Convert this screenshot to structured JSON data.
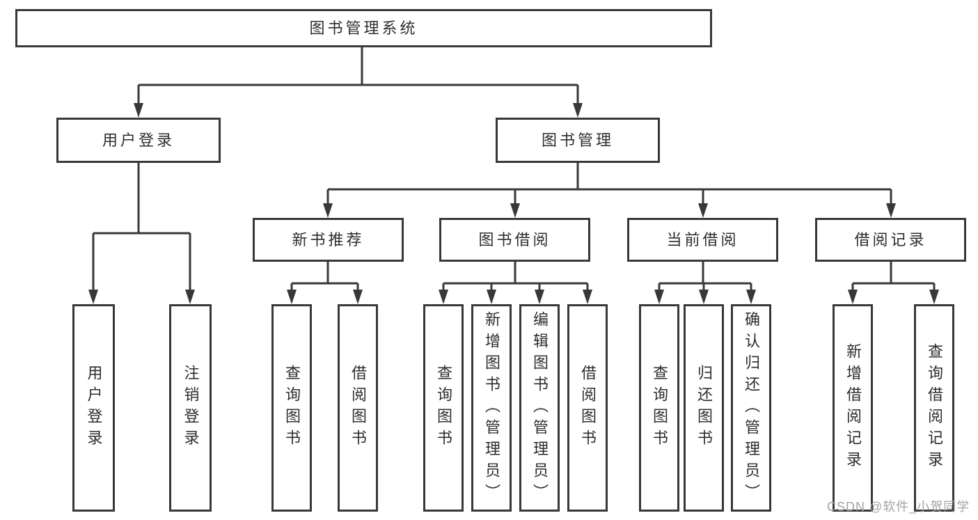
{
  "tree": {
    "root": {
      "label": "图书管理系统"
    },
    "branches": [
      {
        "label": "用户登录",
        "children": [
          {
            "label": "用户登录"
          },
          {
            "label": "注销登录"
          }
        ]
      },
      {
        "label": "图书管理",
        "children": [
          {
            "label": "新书推荐",
            "children": [
              {
                "label": "查询图书"
              },
              {
                "label": "借阅图书"
              }
            ]
          },
          {
            "label": "图书借阅",
            "children": [
              {
                "label": "查询图书"
              },
              {
                "label": "新增图书（管理员）"
              },
              {
                "label": "编辑图书（管理员）"
              },
              {
                "label": "借阅图书"
              }
            ]
          },
          {
            "label": "当前借阅",
            "children": [
              {
                "label": "查询图书"
              },
              {
                "label": "归还图书"
              },
              {
                "label": "确认归还（管理员）"
              }
            ]
          },
          {
            "label": "借阅记录",
            "children": [
              {
                "label": "新增借阅记录"
              },
              {
                "label": "查询借阅记录"
              }
            ]
          }
        ]
      }
    ]
  },
  "watermark": "CSDN @软件_小贺同学",
  "colors": {
    "line": "#383838",
    "text": "#2d2d2d",
    "watermark": "#a3a3a3",
    "background": "#ffffff"
  }
}
